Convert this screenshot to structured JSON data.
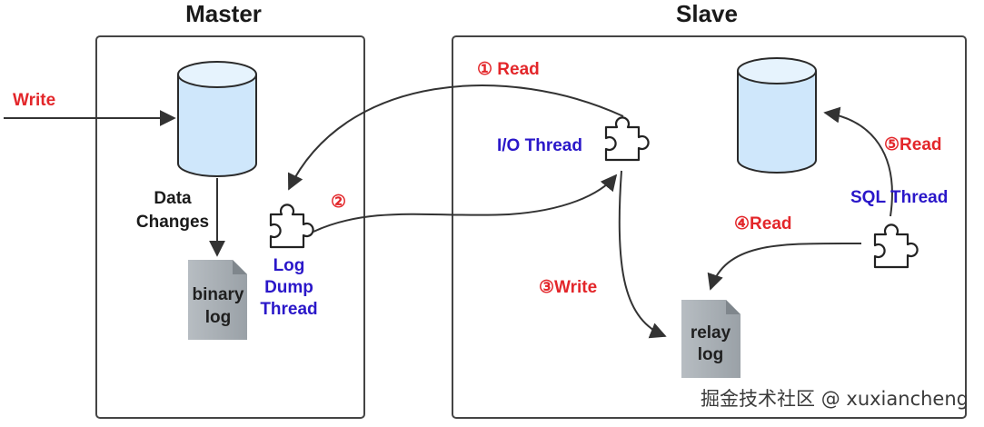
{
  "titles": {
    "master": "Master",
    "slave": "Slave"
  },
  "labels": {
    "write_in": "Write",
    "data_changes_1": "Data",
    "data_changes_2": "Changes",
    "binary_log_1": "binary",
    "binary_log_2": "log",
    "log_dump_1": "Log",
    "log_dump_2": "Dump",
    "log_dump_3": "Thread",
    "step1": "① Read",
    "step2": "②",
    "io_thread": "I/O Thread",
    "step3": "③Write",
    "relay_log_1": "relay",
    "relay_log_2": "log",
    "step4": "④Read",
    "sql_thread": "SQL Thread",
    "step5": "⑤Read"
  },
  "watermark": "掘金技术社区 @ xuxiancheng",
  "colors": {
    "red": "#e3262a",
    "blue": "#2a17c9",
    "db_fill": "#cfe7fb",
    "doc_fill": "#a6adb3"
  }
}
